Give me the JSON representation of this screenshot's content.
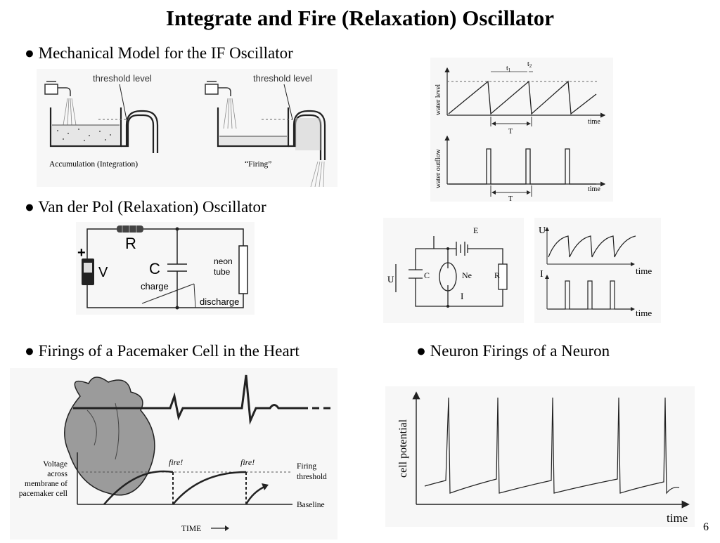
{
  "slide": {
    "title": "Integrate and Fire (Relaxation) Oscillator",
    "page_number": "6"
  },
  "sections": {
    "mechanical": {
      "bullet": "● Mechanical Model for the IF Oscillator",
      "left_threshold_label": "threshold level",
      "right_threshold_label": "threshold level",
      "left_caption": "Accumulation (Integration)",
      "right_caption": "“Firing”",
      "graph": {
        "top_ylabel": "water level",
        "bottom_ylabel": "water outflow",
        "top_xlabel": "time",
        "bottom_xlabel": "time",
        "t1_label": "t",
        "t1_sub": "1",
        "t2_label": "t",
        "t2_sub": "2",
        "period_top": "T",
        "period_bottom": "T"
      }
    },
    "vanderpol": {
      "bullet": "● Van der Pol (Relaxation) Oscillator",
      "circuit": {
        "resistor": "R",
        "battery": "V",
        "plus": "+",
        "capacitor": "C",
        "neon_line1": "neon",
        "neon_line2": "tube",
        "charge": "charge",
        "discharge": "discharge"
      },
      "circuit2": {
        "U": "U",
        "C": "C",
        "E": "E",
        "Ne": "Ne",
        "R": "R",
        "I": "I"
      },
      "graph2": {
        "U": "U",
        "I": "I",
        "time_top": "time",
        "time_bottom": "time"
      }
    },
    "pacemaker": {
      "bullet": "● Firings of a Pacemaker Cell in the Heart",
      "fire1": "fire!",
      "fire2": "fire!",
      "firing_threshold_1": "Firing",
      "firing_threshold_2": "threshold",
      "baseline": "Baseline",
      "voltage_1": "Voltage",
      "voltage_2": "across",
      "voltage_3": "membrane of",
      "voltage_4": "pacemaker cell",
      "time": "TIME"
    },
    "neuron": {
      "bullet": "● Neuron Firings of a Neuron",
      "ylabel": "cell potential",
      "xlabel": "time"
    }
  }
}
